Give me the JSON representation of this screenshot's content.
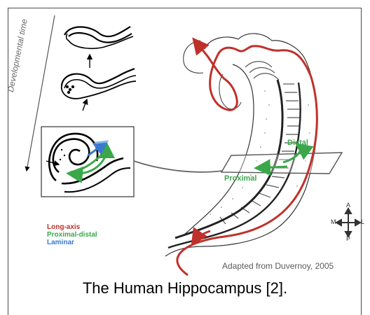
{
  "figure": {
    "development_label": "Developmental time",
    "legend": [
      {
        "label": "Long-axis",
        "color": "#c0302a"
      },
      {
        "label": "Proximal-distal",
        "color": "#3aa84a"
      },
      {
        "label": "Laminar",
        "color": "#3a78d0"
      }
    ],
    "labels": {
      "distal": "Distal",
      "proximal": "Proximal"
    },
    "orientation": {
      "anterior": "A",
      "posterior": "P",
      "medial": "M",
      "lateral": "L"
    },
    "credit": "Adapted from Duvernoy, 2005",
    "caption": "The Human Hippocampus [2]."
  },
  "colors": {
    "long_axis": "#c0302a",
    "proximal_distal": "#3aa84a",
    "laminar": "#3a78d0"
  }
}
